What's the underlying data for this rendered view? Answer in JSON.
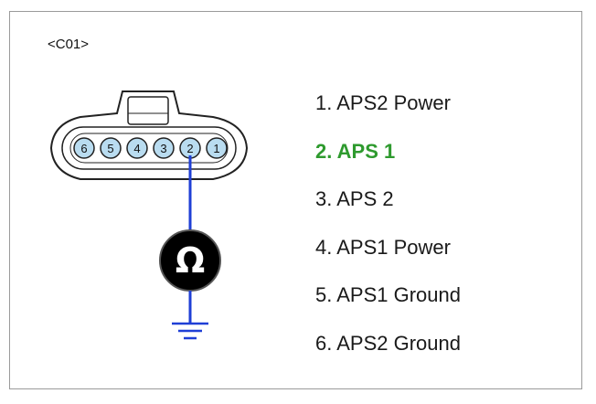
{
  "connector": {
    "id": "<C01>",
    "pins": [
      "6",
      "5",
      "4",
      "3",
      "2",
      "1"
    ],
    "probed_pin": "2"
  },
  "meter": {
    "symbol": "Ω"
  },
  "pin_list": [
    {
      "label": "1. APS2 Power",
      "active": false
    },
    {
      "label": "2. APS 1",
      "active": true
    },
    {
      "label": "3. APS 2",
      "active": false
    },
    {
      "label": "4. APS1 Power",
      "active": false
    },
    {
      "label": "5. APS1 Ground",
      "active": false
    },
    {
      "label": "6. APS2 Ground",
      "active": false
    }
  ],
  "colors": {
    "wire": "#1f3fd6",
    "active_text": "#2e9a2e",
    "pin_fill": "#b9dcf0",
    "meter_fill": "#000000"
  }
}
